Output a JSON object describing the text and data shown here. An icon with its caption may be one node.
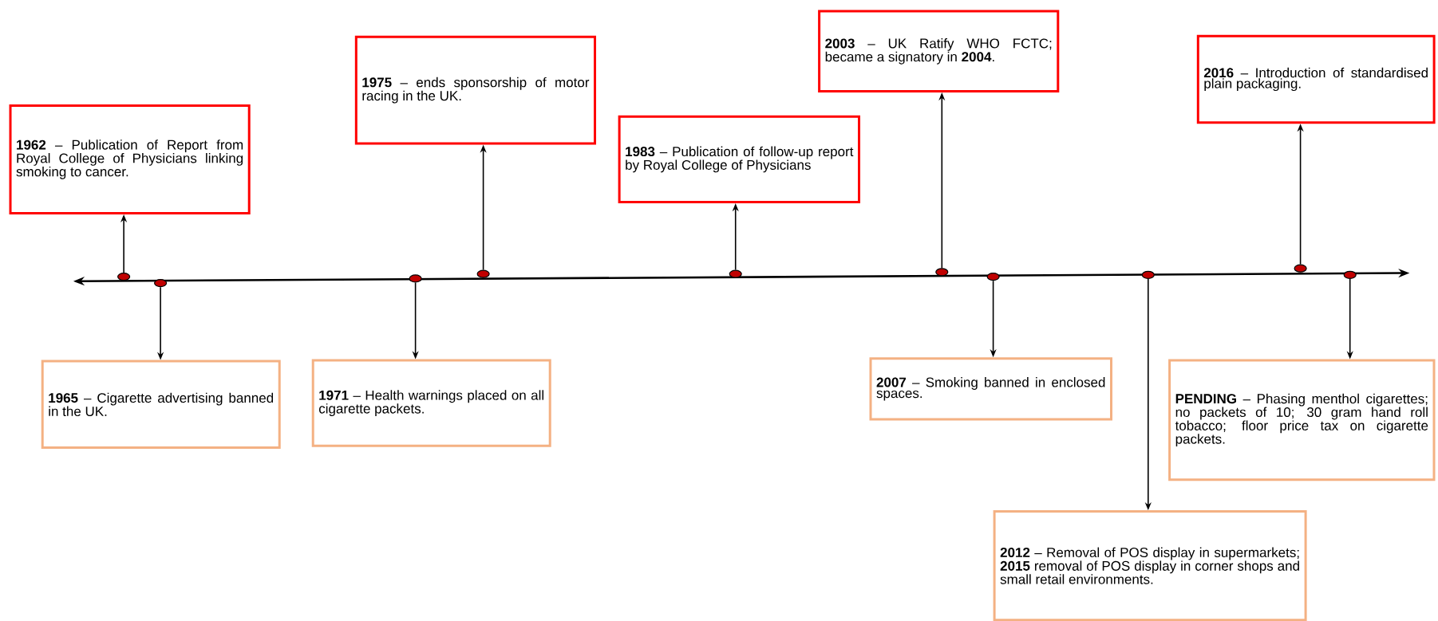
{
  "diagram": {
    "nodes": [
      {
        "text": [
          "**1962** – Publication of Report from Royal College of Physicians linking smoking to cancer."
        ]
      },
      {
        "text": [
          "**1965** – Cigarette advertising banned in the UK."
        ]
      },
      {
        "text": [
          "**1971** – Health warnings placed on all cigarette packets."
        ]
      },
      {
        "text": [
          "**1975** – ends sponsorship of motor racing in the UK."
        ]
      },
      {
        "text": [
          "**1983** – Publication of follow-up report by Royal College of Physicians"
        ]
      },
      {
        "text": [
          "**2003** – UK Ratify WHO FCTC; became a signatory in **2004**."
        ]
      },
      {
        "text": [
          "**2007** – Smoking banned in enclosed spaces."
        ]
      },
      {
        "text": [
          "**2012** – Removal of POS display in supermarkets; **2015** removal of POS display in corner shops and small retail environments."
        ]
      },
      {
        "text": [
          "**2016** – Introduction of standardised plain packaging."
        ]
      },
      {
        "text": [
          "**PENDING** – Phasing menthol cigarettes; no packets of 10; 30 gram hand roll tobacco; floor price tax on cigarette packets."
        ]
      },
      {
        "text": [],
        "shape": "circle"
      },
      {
        "text": [],
        "shape": "circle"
      },
      {
        "text": [],
        "shape": "circle"
      },
      {
        "text": [],
        "shape": "circle"
      },
      {
        "text": [],
        "shape": "circle"
      },
      {
        "text": [],
        "shape": "circle"
      },
      {
        "text": [],
        "shape": "circle"
      },
      {
        "text": [],
        "shape": "circle"
      },
      {
        "text": [],
        "shape": "circle"
      },
      {
        "text": [],
        "shape": "circle"
      }
    ],
    "edges": [
      {
        "from": 10,
        "to": 0,
        "arrow": "to"
      },
      {
        "from": 11,
        "to": 1,
        "arrow": "to"
      },
      {
        "from": 12,
        "to": 2,
        "arrow": "to"
      },
      {
        "from": 13,
        "to": 3,
        "arrow": "to"
      },
      {
        "from": 14,
        "to": 4,
        "arrow": "to"
      },
      {
        "from": 15,
        "to": 5,
        "arrow": "to"
      },
      {
        "from": 16,
        "to": 6,
        "arrow": "to"
      },
      {
        "from": 17,
        "to": 7,
        "arrow": "to"
      },
      {
        "from": 18,
        "to": 8,
        "arrow": "to"
      },
      {
        "from": 19,
        "to": 9,
        "arrow": "to"
      }
    ]
  }
}
